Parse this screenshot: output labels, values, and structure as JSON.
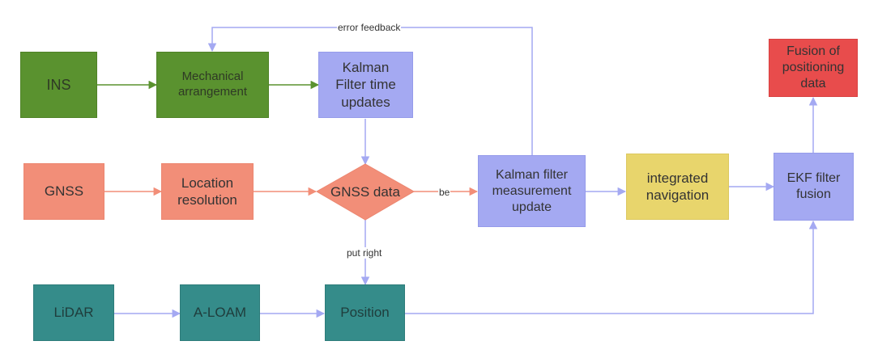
{
  "nodes": {
    "ins": "INS",
    "mech": "Mechanical arrangement",
    "kf_time": "Kalman Filter time updates",
    "gnss": "GNSS",
    "loc_res": "Location resolution",
    "gnss_data": "GNSS data",
    "kf_meas": "Kalman filter measurement update",
    "integ_nav": "integrated navigation",
    "ekf": "EKF filter fusion",
    "fusion": "Fusion of positioning data",
    "lidar": "LiDAR",
    "aloam": "A-LOAM",
    "position": "Position"
  },
  "edge_labels": {
    "error_feedback": "error feedback",
    "be": "be",
    "put_right": "put right"
  },
  "colors": {
    "green": "#5a922f",
    "blue": "#a4a9f2",
    "salmon": "#f28e78",
    "yellow": "#e8d56c",
    "red": "#e84c4c",
    "teal": "#358c8a"
  }
}
